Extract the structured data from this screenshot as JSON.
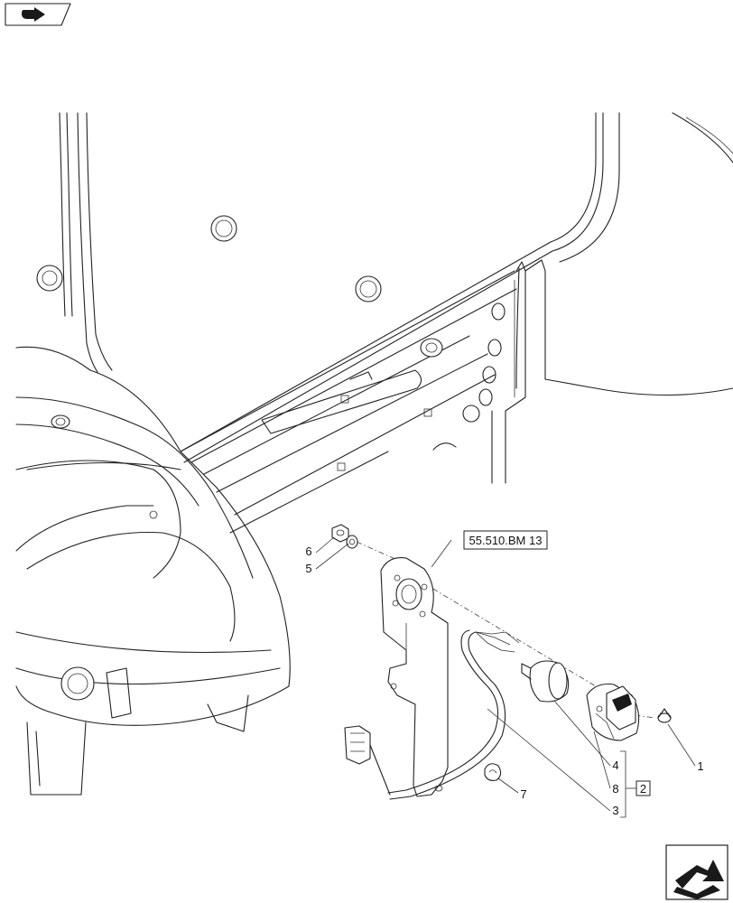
{
  "reference": {
    "label": "55.510.BM 13"
  },
  "callouts": {
    "c1": "1",
    "c3": "3",
    "c4": "4",
    "c5": "5",
    "c6": "6",
    "c7": "7",
    "c8": "8",
    "c2": "2"
  },
  "icons": {
    "top_left": "forward-arrow-icon",
    "bottom_right": "navigation-arrow-icon"
  }
}
